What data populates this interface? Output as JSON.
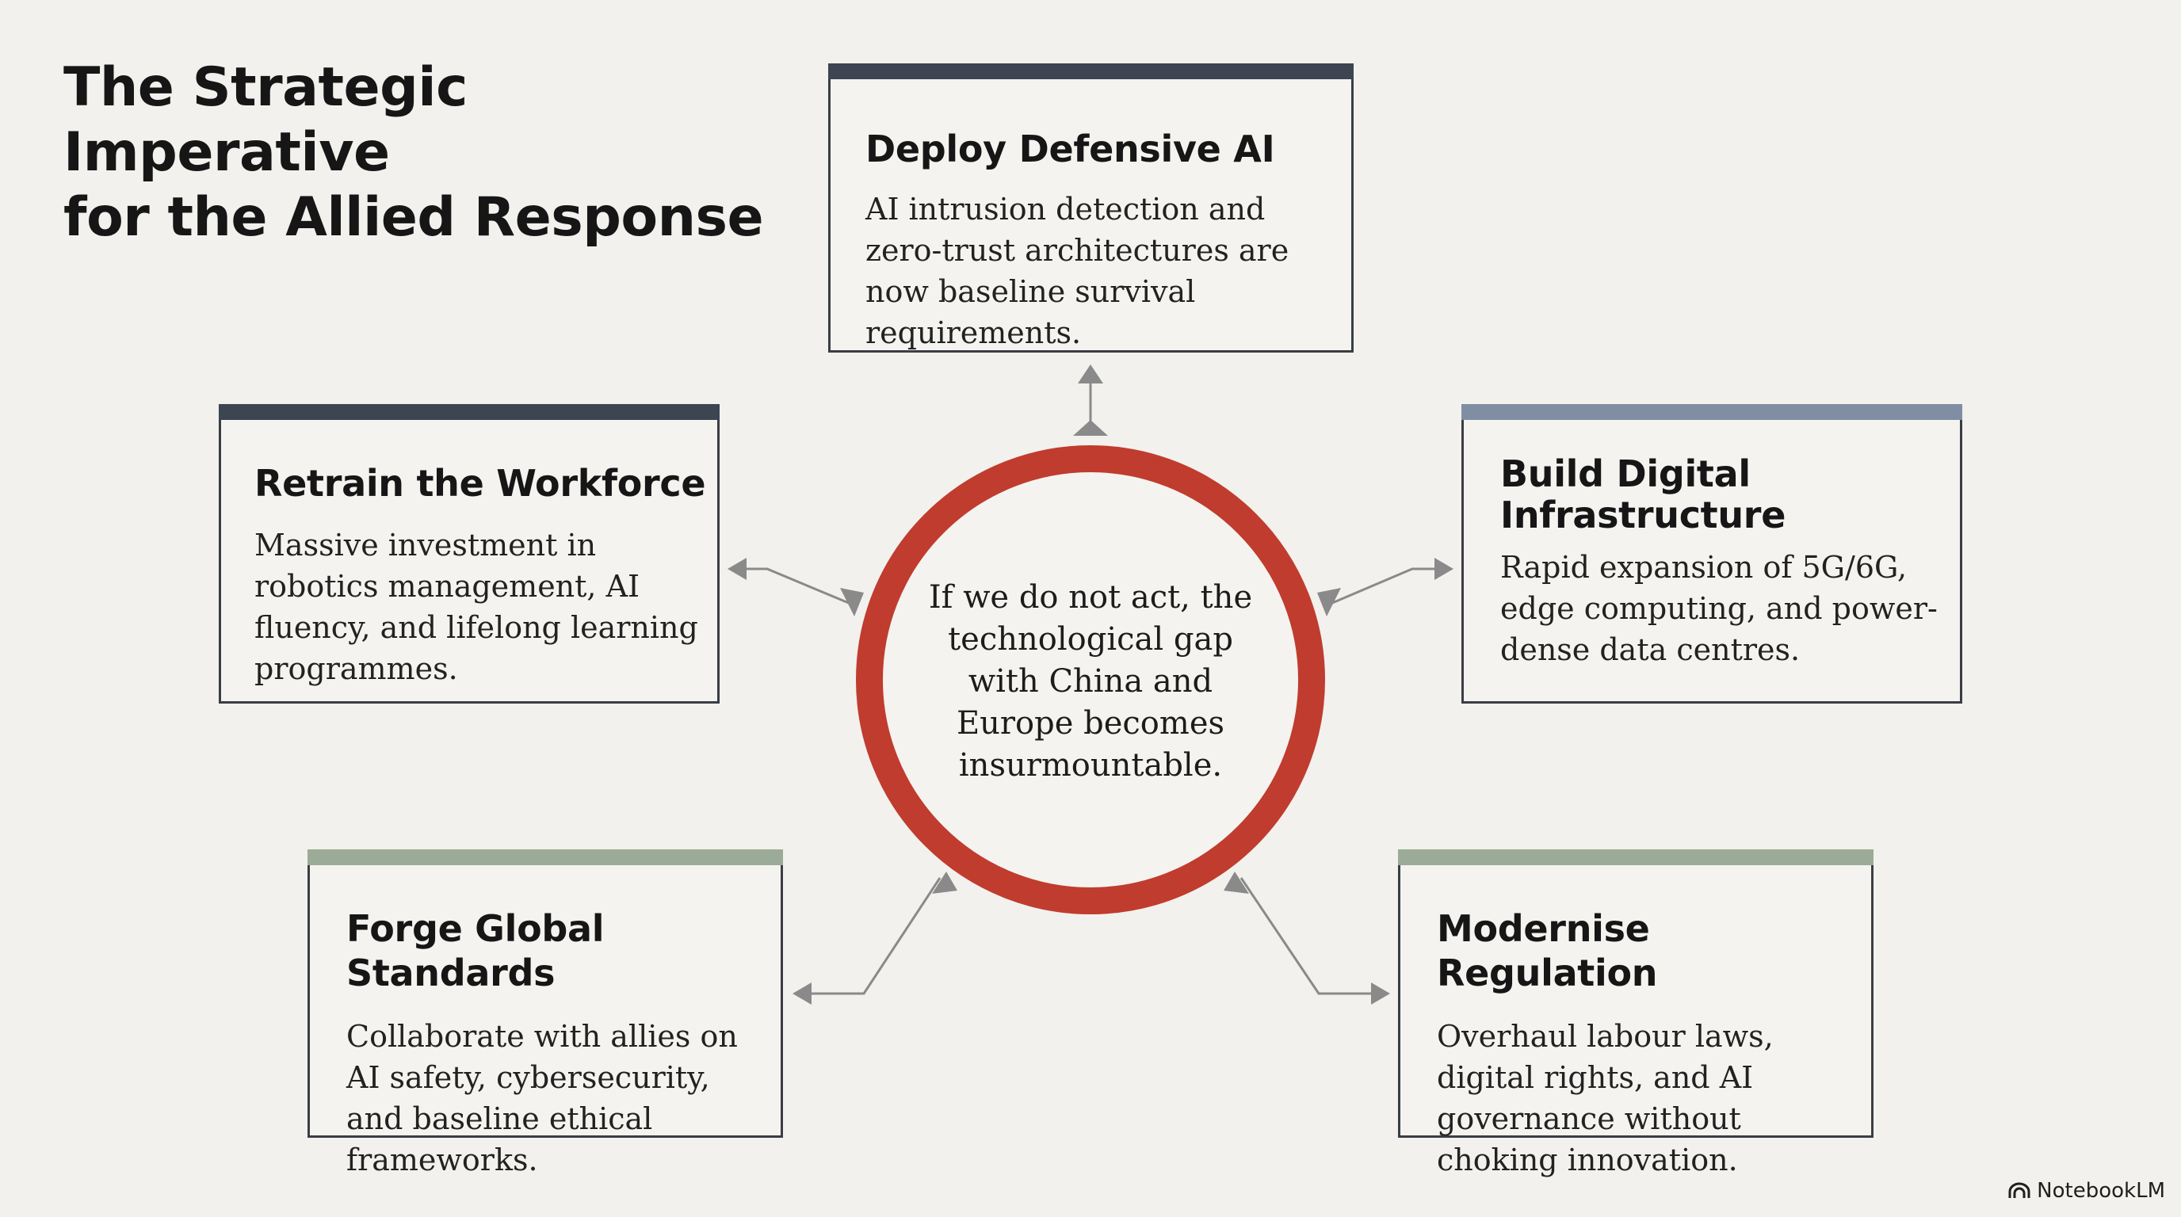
{
  "title": {
    "line1": "The Strategic Imperative",
    "line2": "for the Allied Response"
  },
  "center": {
    "text": "If we do not act, the technological gap with China and Europe becomes insurmountable.",
    "ring_color": "#c03c2e"
  },
  "cards": {
    "top": {
      "title": "Deploy Defensive AI",
      "body": "AI intrusion detection and zero-trust architectures are now baseline survival requirements.",
      "accent": "#3d4452"
    },
    "left": {
      "title": "Retrain the Workforce",
      "body": "Massive investment in robotics management, AI fluency, and lifelong learning programmes.",
      "accent": "#3d4452"
    },
    "right": {
      "title": "Build Digital Infrastructure",
      "body": "Rapid expansion of 5G/6G, edge computing, and power-dense data centres.",
      "accent": "#7f8ea3"
    },
    "bottom_left": {
      "title": "Forge Global Standards",
      "body": "Collaborate with allies on AI safety, cybersecurity, and baseline ethical frameworks.",
      "accent": "#9bab97"
    },
    "bottom_right": {
      "title": "Modernise Regulation",
      "body": "Overhaul labour laws, digital rights, and AI governance without choking innovation.",
      "accent": "#9bab97"
    }
  },
  "brand": {
    "label": "NotebookLM",
    "icon": "notebooklm-logo-icon"
  }
}
